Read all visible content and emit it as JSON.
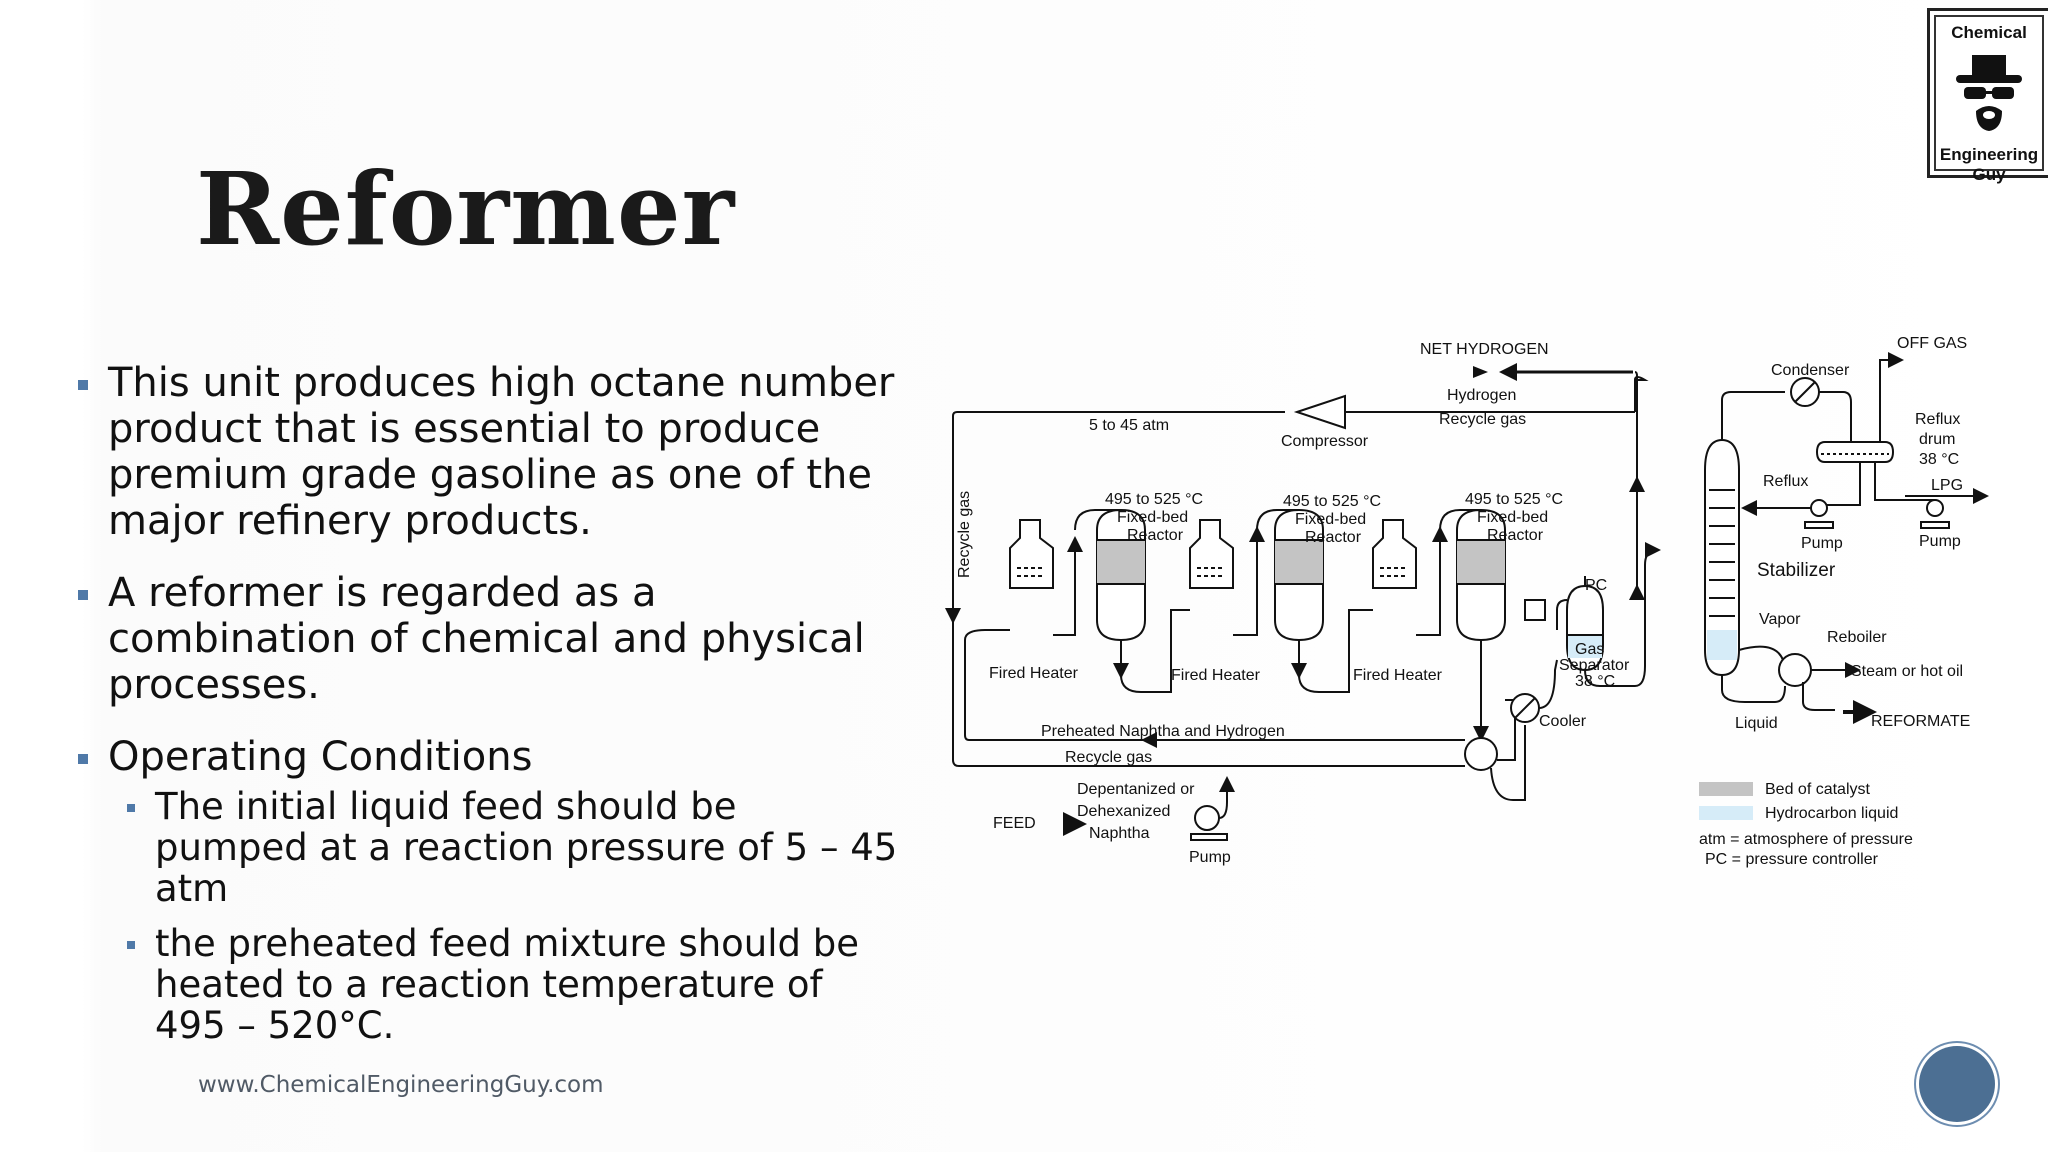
{
  "slide": {
    "title": "Reformer",
    "bullets": [
      {
        "text": "This unit produces high octane number product that is essential to produce premium grade gasoline as one of the major refinery products."
      },
      {
        "text": "A reformer is regarded as a combination of chemical and physical processes."
      },
      {
        "text": "Operating Conditions",
        "subbullets": [
          "The initial liquid feed should be pumped at a reaction pressure of 5 – 45 atm",
          "the preheated feed mixture should be heated to a reaction temperature of 495 – 520°C."
        ]
      }
    ],
    "footer": "www.ChemicalEngineeringGuy.com"
  },
  "logo": {
    "line1": "Chemical",
    "line2": "Engineering Guy"
  },
  "diagram": {
    "labels": {
      "net_hydrogen": "NET HYDROGEN",
      "off_gas": "OFF GAS",
      "condenser": "Condenser",
      "reflux_drum": "Reflux",
      "reflux_drum2": "drum",
      "reflux_drum3": "38 °C",
      "hydrogen": "Hydrogen",
      "recycle_gas_top": "Recycle gas",
      "pressure": "5 to 45 atm",
      "compressor": "Compressor",
      "recycle_gas_side": "Recycle gas",
      "reactor_temp": "495 to 525 °C",
      "fixed_bed": "Fixed-bed",
      "reactor": "Reactor",
      "fired_heater": "Fired Heater",
      "reflux": "Reflux",
      "lpg": "LPG",
      "pump": "Pump",
      "stabilizer": "Stabilizer",
      "pc": "PC",
      "vapor": "Vapor",
      "reboiler": "Reboiler",
      "gas": "Gas",
      "separator": "Separator",
      "sep_temp": "38 °C",
      "steam": "Steam or hot oil",
      "cooler": "Cooler",
      "liquid": "Liquid",
      "reformate": "REFORMATE",
      "preheated": "Preheated Naphtha and Hydrogen",
      "recycle_gas_bottom": "Recycle gas",
      "depentanized": "Depentanized or",
      "dehexanized": "Dehexanized",
      "naphtha": "Naphtha",
      "feed": "FEED"
    },
    "legend": {
      "catalyst": "Bed of catalyst",
      "hc_liquid": "Hydrocarbon liquid",
      "atm": "atm = atmosphere of pressure",
      "pc": "PC = pressure controller",
      "catalyst_color": "#c4c4c4",
      "liquid_color": "#d6ecf8"
    }
  }
}
